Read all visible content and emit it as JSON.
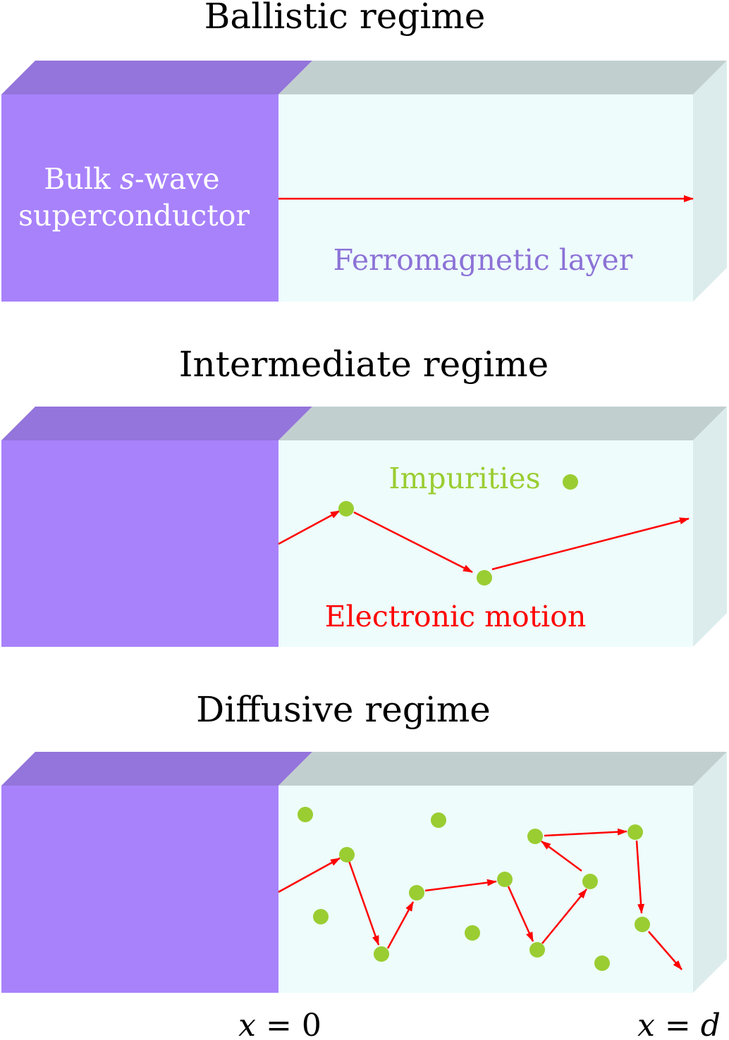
{
  "colors": {
    "superconductor_front": "#a882fb",
    "superconductor_top": "#9475db",
    "ferromagnet_front": "#eefcfc",
    "ferromagnet_top": "#c2cfcf",
    "ferromagnet_side": "#dcecec",
    "electron_path": "#ff0000",
    "impurity": "#9acd32",
    "superconductor_label": "#ffffff",
    "ferromagnet_label": "#8c72d6"
  },
  "panels": {
    "ballistic": {
      "title": "Ballistic regime",
      "sc_label_line1_pre": "Bulk ",
      "sc_label_line1_var": "s",
      "sc_label_line1_post": "-wave",
      "sc_label_line2": "superconductor",
      "fm_label": "Ferromagnetic layer"
    },
    "intermediate": {
      "title": "Intermediate regime",
      "impurities_label": "Impurities",
      "motion_label": "Electronic motion"
    },
    "diffusive": {
      "title": "Diffusive regime"
    }
  },
  "axis": {
    "left_var": "x",
    "left_rest": " = 0",
    "right_var": "x",
    "right_eq": " = ",
    "right_val": "d"
  }
}
